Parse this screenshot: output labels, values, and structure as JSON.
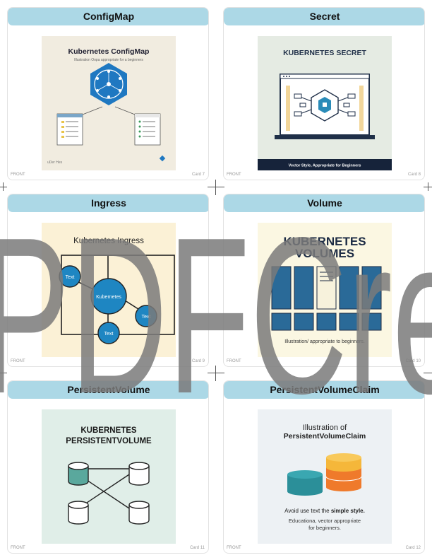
{
  "cards": [
    {
      "title": "ConfigMap",
      "front": "FRONT",
      "num": "Card 7",
      "art": {
        "heading": "Kubernetes ConfigMap",
        "sub": "Illustration Oopa appropriate for a beginners",
        "corner": "uDer Hes"
      }
    },
    {
      "title": "Secret",
      "front": "FRONT",
      "num": "Card 8",
      "art": {
        "heading": "KUBERNETES SECRET",
        "banner": "Vector Style, Appropriate for Beginners"
      }
    },
    {
      "title": "Ingress",
      "front": "FRONT",
      "num": "Card 9",
      "art": {
        "heading": "Kubernetes  Ingress",
        "node1": "Text",
        "center": "Kubernetes",
        "node2": "Text",
        "node3": "Text"
      }
    },
    {
      "title": "Volume",
      "front": "FRONT",
      "num": "Card 10",
      "art": {
        "heading1": "KUBERNETES",
        "heading2": "VOLUMES",
        "caption": "Illustration/ appropriate to beginners."
      }
    },
    {
      "title": "PersistentVolume",
      "front": "FRONT",
      "num": "Card 11",
      "art": {
        "heading1": "KUBERNETES",
        "heading2": "PERSISTENTVOLUME"
      }
    },
    {
      "title": "PersistentVolumeClaim",
      "front": "FRONT",
      "num": "Card 12",
      "art": {
        "heading1": "Illustration of",
        "heading2": "PersistentVolumeClaim",
        "line1a": "Avoid use text the ",
        "line1b": "simple style.",
        "line2": "Educationa, vector appropriate",
        "line3": "for beginners."
      }
    }
  ],
  "watermark": {
    "text": "PDFCre",
    "color": "#7a7a7a"
  }
}
